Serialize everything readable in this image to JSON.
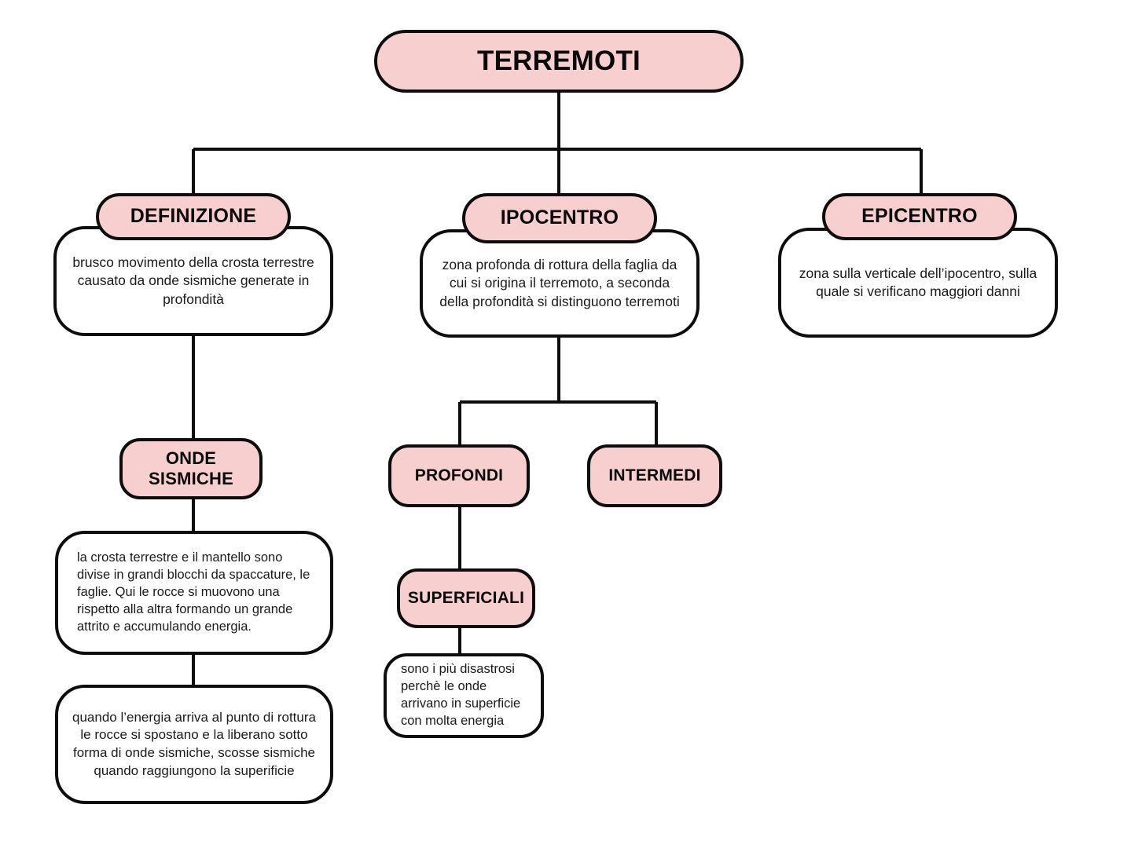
{
  "diagram": {
    "title": "TERREMOTI",
    "line_color": "#0d0d0d",
    "accent_color": "#f7cfcf",
    "nodes": {
      "terremoti": {
        "label": "TERREMOTI"
      },
      "definizione": {
        "label": "DEFINIZIONE",
        "description": "brusco movimento della crosta terrestre causato da onde sismiche generate in profondità"
      },
      "ipocentro": {
        "label": "IPOCENTRO",
        "description": "zona profonda di rottura della faglia da cui si origina il terremoto, a seconda della profondità si distinguono terremoti"
      },
      "epicentro": {
        "label": "EPICENTRO",
        "description": "zona sulla verticale dell’ipocentro, sulla quale si verificano maggiori danni"
      },
      "onde_sismiche": {
        "label": "ONDE SISMICHE",
        "description": "la crosta terrestre e il mantello sono divise in grandi blocchi da spaccature, le faglie. Qui le rocce si muovono una rispetto alla altra formando un grande attrito e accumulando energia."
      },
      "energia": {
        "description": "quando l’energia arriva al punto di rottura le rocce si spostano e la liberano sotto forma di onde sismiche, scosse sismiche quando raggiungono la superificie"
      },
      "profondi": {
        "label": "PROFONDI"
      },
      "intermedi": {
        "label": "INTERMEDI"
      },
      "superficiali": {
        "label": "SUPERFICIALI",
        "description": "sono i più disastrosi perchè le onde arrivano in superficie con molta energia"
      }
    }
  },
  "chart_data": {
    "type": "diagram",
    "title": "TERREMOTI",
    "edges": [
      [
        "terremoti",
        "definizione"
      ],
      [
        "terremoti",
        "ipocentro"
      ],
      [
        "terremoti",
        "epicentro"
      ],
      [
        "definizione",
        "onde_sismiche"
      ],
      [
        "onde_sismiche",
        "onde_sismiche_desc"
      ],
      [
        "onde_sismiche_desc",
        "energia"
      ],
      [
        "ipocentro",
        "profondi"
      ],
      [
        "ipocentro",
        "intermedi"
      ],
      [
        "profondi",
        "superficiali"
      ],
      [
        "superficiali",
        "superficiali_desc"
      ]
    ]
  }
}
